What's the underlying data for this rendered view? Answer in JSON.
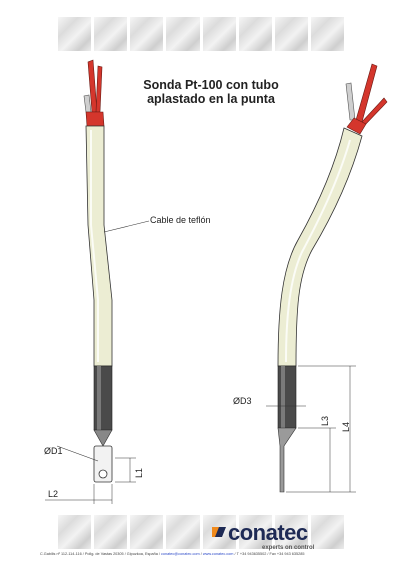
{
  "title": {
    "line1": "Sonda Pt-100 con tubo",
    "line2": "aplastado en la punta"
  },
  "labels": {
    "cable": "Cable de teflón",
    "d1": "ØD1",
    "l1": "L1",
    "l2": "L2",
    "d3": "ØD3",
    "l3": "L3",
    "l4": "L4"
  },
  "brand": {
    "name": "conatec",
    "tagline": "experts on control"
  },
  "footer": {
    "address": "C.Gabilis nº 112-114-116 / Pollg. de Vastas 20305 / Gipuzkoa, España / ",
    "email": "conatec@conatec.com",
    "sep": " / ",
    "web": "www.conatec.com",
    "phones": " / T +34 943635502 / Fax +34 943 635285"
  },
  "colors": {
    "wire_red": "#d4362c",
    "cable": "#ecedd3",
    "sheath": "#4a4a4a",
    "brand": "#1e2a55",
    "brand_accent": "#f08a1c"
  }
}
